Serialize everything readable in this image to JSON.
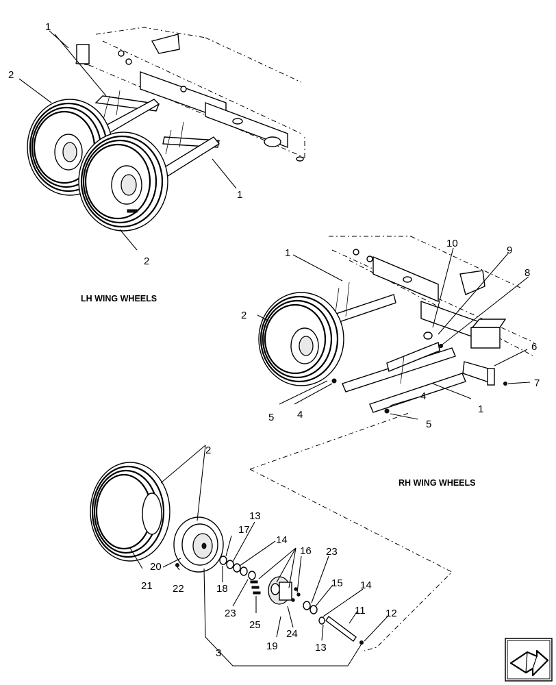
{
  "sections": {
    "lh_title": "LH WING WHEELS",
    "rh_title": "RH WING WHEELS"
  },
  "callouts": {
    "lh_1a": "1",
    "lh_1b": "1",
    "lh_2a": "2",
    "lh_2b": "2",
    "rh_1a": "1",
    "rh_1b": "1",
    "rh_2": "2",
    "rh_4a": "4",
    "rh_4b": "4",
    "rh_5a": "5",
    "rh_5b": "5",
    "rh_6": "6",
    "rh_7": "7",
    "rh_8": "8",
    "rh_9": "9",
    "rh_10": "10",
    "d_2": "2",
    "d_3": "3",
    "d_11": "11",
    "d_12": "12",
    "d_13a": "13",
    "d_13b": "13",
    "d_14a": "14",
    "d_14b": "14",
    "d_15": "15",
    "d_16": "16",
    "d_17": "17",
    "d_18": "18",
    "d_19": "19",
    "d_20": "20",
    "d_21": "21",
    "d_22": "22",
    "d_23a": "23",
    "d_23b": "23",
    "d_24": "24",
    "d_25": "25"
  },
  "navigation": {
    "next_icon": "arrow-right-icon"
  },
  "colors": {
    "line": "#000000",
    "background": "#ffffff",
    "shade": "#e9e9e9"
  }
}
